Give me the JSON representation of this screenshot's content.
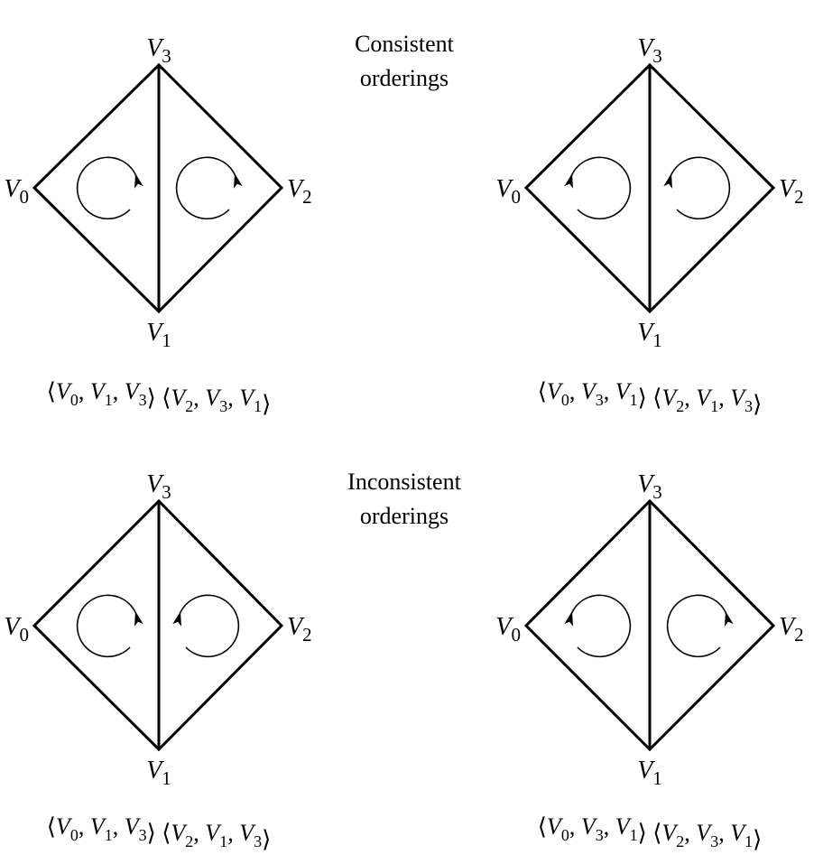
{
  "headings": {
    "consistent": [
      "Consistent",
      "orderings"
    ],
    "inconsistent": [
      "Inconsistent",
      "orderings"
    ]
  },
  "vertex_labels": [
    {
      "letter": "V",
      "sub": "0"
    },
    {
      "letter": "V",
      "sub": "1"
    },
    {
      "letter": "V",
      "sub": "2"
    },
    {
      "letter": "V",
      "sub": "3"
    }
  ],
  "diagrams": [
    {
      "group": "consistent",
      "left_arrow": "clockwise",
      "right_arrow": "clockwise",
      "orderings": [
        [
          "0",
          "1",
          "3"
        ],
        [
          "2",
          "3",
          "1"
        ]
      ],
      "caption": "⟨V0, V1, V3⟩ ⟨V2, V3, V1⟩"
    },
    {
      "group": "consistent",
      "left_arrow": "counterclockwise",
      "right_arrow": "counterclockwise",
      "orderings": [
        [
          "0",
          "3",
          "1"
        ],
        [
          "2",
          "1",
          "3"
        ]
      ],
      "caption": "⟨V0, V3, V1⟩ ⟨V2, V1, V3⟩"
    },
    {
      "group": "inconsistent",
      "left_arrow": "clockwise",
      "right_arrow": "counterclockwise",
      "orderings": [
        [
          "0",
          "1",
          "3"
        ],
        [
          "2",
          "1",
          "3"
        ]
      ],
      "caption": "⟨V0, V1, V3⟩ ⟨V2, V1, V3⟩"
    },
    {
      "group": "inconsistent",
      "left_arrow": "counterclockwise",
      "right_arrow": "clockwise",
      "orderings": [
        [
          "0",
          "3",
          "1"
        ],
        [
          "2",
          "3",
          "1"
        ]
      ],
      "caption": "⟨V0, V3, V1⟩ ⟨V2, V3, V1⟩"
    }
  ]
}
